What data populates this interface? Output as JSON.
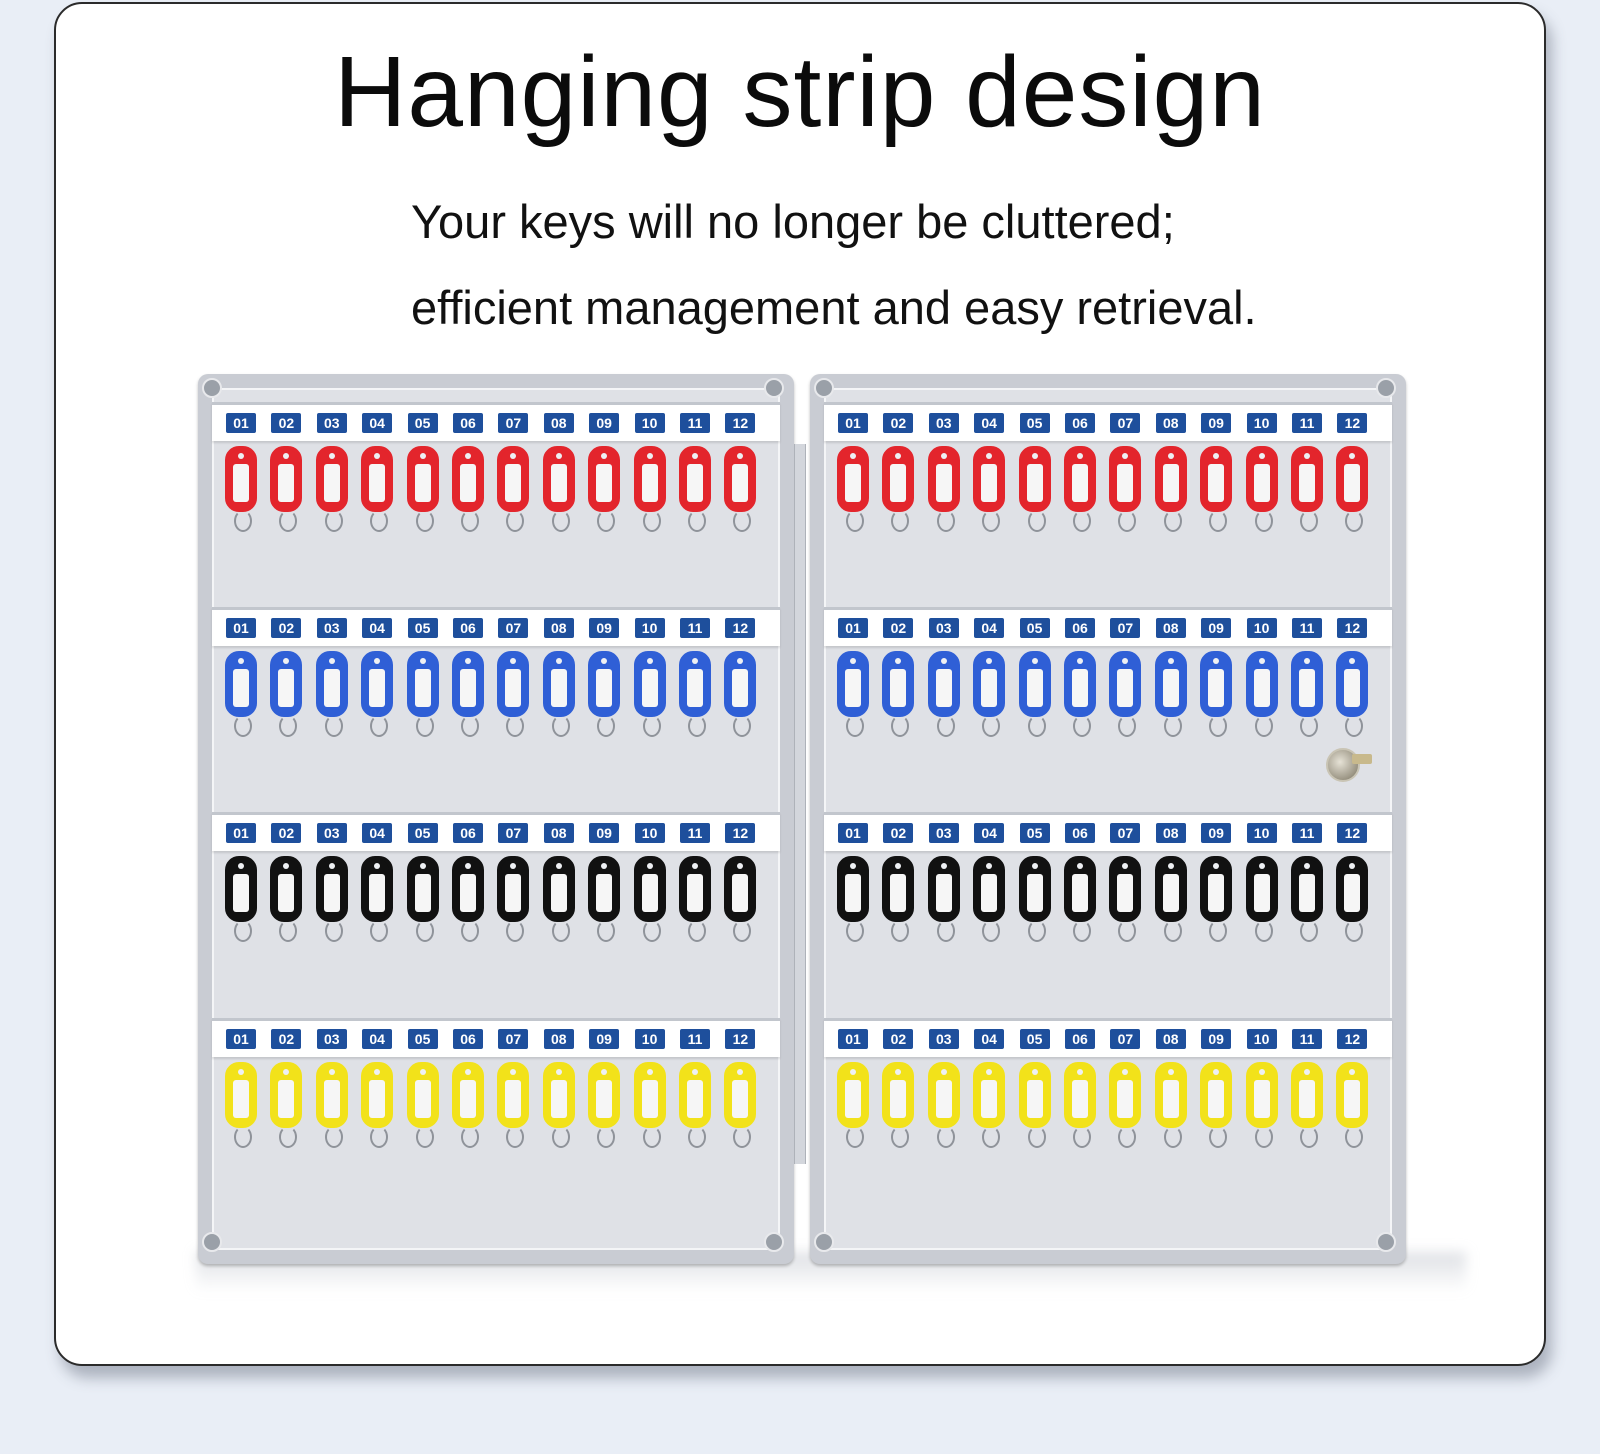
{
  "title": "Hanging strip design",
  "subtitle_line1": "Your keys will no longer be cluttered;",
  "subtitle_line2": "efficient management and easy retrieval.",
  "hook_numbers": [
    "01",
    "02",
    "03",
    "04",
    "05",
    "06",
    "07",
    "08",
    "09",
    "10",
    "11",
    "12"
  ],
  "row_tag_colors": [
    {
      "name": "red",
      "hex": "#e3252c"
    },
    {
      "name": "blue",
      "hex": "#2f5fd6"
    },
    {
      "name": "black",
      "hex": "#111111"
    },
    {
      "name": "yellow",
      "hex": "#f2e21a"
    }
  ],
  "number_label_color": "#1e4f9c"
}
